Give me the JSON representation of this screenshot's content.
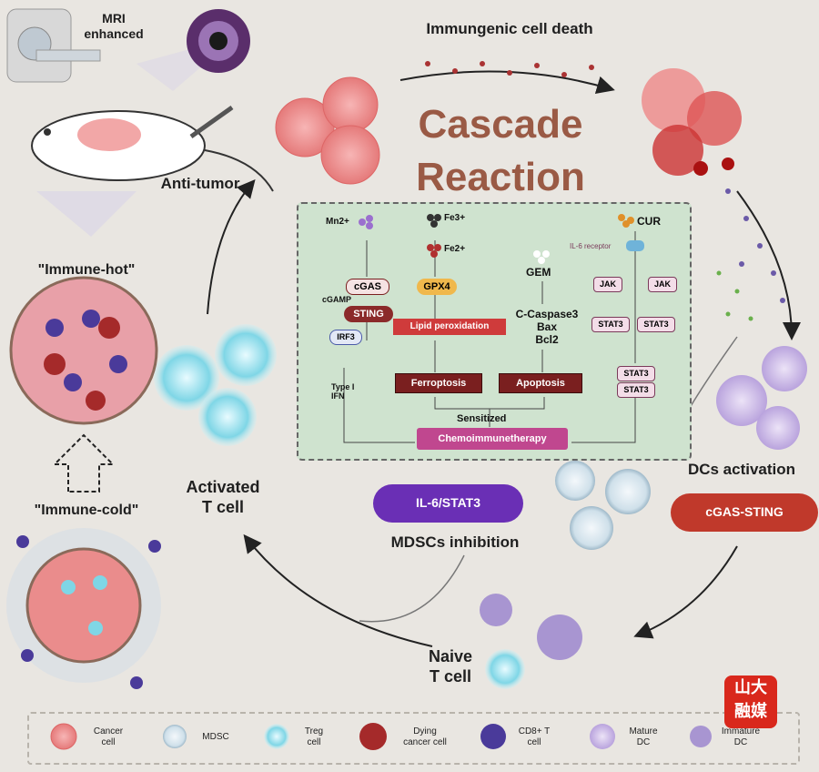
{
  "title": [
    "Cascade",
    "Reaction"
  ],
  "top_label": "Immungenic cell death",
  "mri_label": [
    "MRI",
    "enhanced"
  ],
  "anti_tumor": "Anti-tumor",
  "immune_hot": "\"Immune-hot\"",
  "immune_cold": "\"Immune-cold\"",
  "activated_t": [
    "Activated",
    "T cell"
  ],
  "naive_t": [
    "Naive",
    "T cell"
  ],
  "dcs_activation": "DCs activation",
  "mdsc_inhibition": "MDSCs inhibition",
  "pill_il6": "IL-6/STAT3",
  "pill_cgas": "cGAS-STING",
  "panel": {
    "mn": "Mn2+",
    "fe3": "Fe3+",
    "fe2": "Fe2+",
    "cur": "CUR",
    "il6_receptor": "IL-6 receptor",
    "gem": "GEM",
    "cgas": "cGAS",
    "cgamp": "cGAMP",
    "sting": "STING",
    "irf3": "IRF3",
    "type1": [
      "Type I",
      "IFN"
    ],
    "gpx4": "GPX4",
    "lipid": "Lipid peroxidation",
    "casp": [
      "C-Caspase3",
      "Bax",
      "Bcl2"
    ],
    "jak": [
      "JAK",
      "JAK"
    ],
    "stat3": [
      "STAT3",
      "STAT3"
    ],
    "stat3_dimer": [
      "STAT3",
      "STAT3"
    ],
    "ferroptosis": "Ferroptosis",
    "apoptosis": "Apoptosis",
    "sensitized": "Sensitized",
    "chemo": "Chemoimmunetherapy"
  },
  "legend": [
    {
      "label": [
        "Cancer",
        "cell"
      ],
      "icon": "cancer-cell-icon"
    },
    {
      "label": [
        "MDSC"
      ],
      "icon": "mdsc-icon"
    },
    {
      "label": [
        "Treg",
        "cell"
      ],
      "icon": "treg-cell-icon"
    },
    {
      "label": [
        "Dying",
        "cancer cell"
      ],
      "icon": "dying-cancer-cell-icon"
    },
    {
      "label": [
        "CD8+ T",
        "cell"
      ],
      "icon": "cd8-t-cell-icon"
    },
    {
      "label": [
        "Mature",
        "DC"
      ],
      "icon": "mature-dc-icon"
    },
    {
      "label": [
        "Immature",
        "DC"
      ],
      "icon": "immature-dc-icon"
    }
  ],
  "logo": [
    "山大",
    "融媒"
  ],
  "colors": {
    "title": "#9a5a45",
    "pill_purple": "#6a2fb5",
    "pill_red": "#c0392b",
    "box_red": "#7a1f1f",
    "chemo_pink": "#c0478f"
  }
}
